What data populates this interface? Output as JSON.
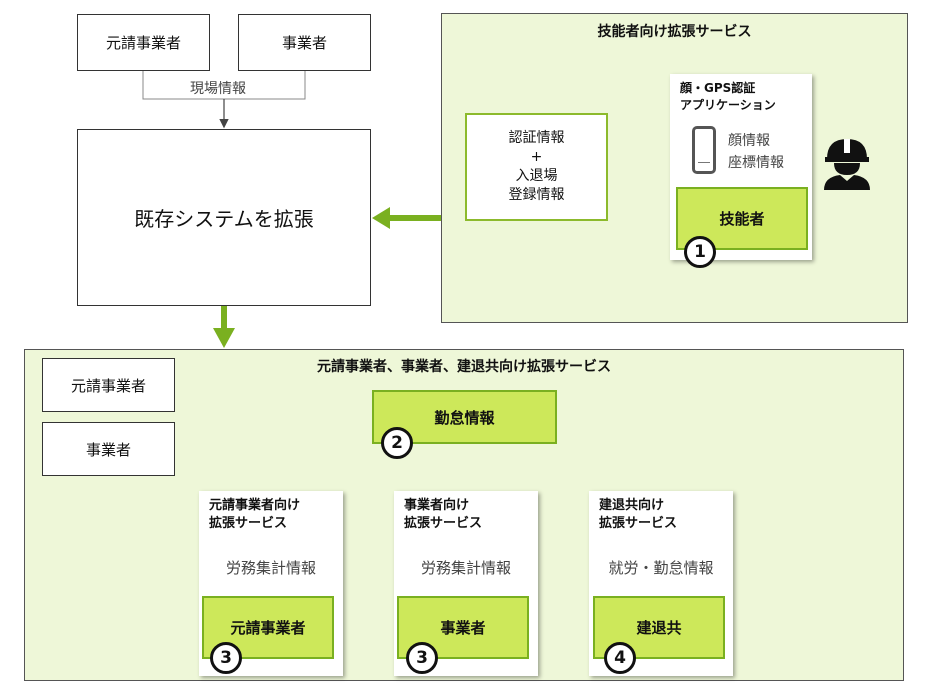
{
  "top": {
    "motouke_label": "元請事業者",
    "jigyosha_label": "事業者",
    "site_info_label": "現場情報",
    "existing_system_label": "既存システムを拡張"
  },
  "skilled_panel": {
    "title": "技能者向け拡張サービス",
    "auth_info": [
      "認証情報",
      "+",
      "入退場",
      "登録情報"
    ],
    "app_title": [
      "顔・GPS認証",
      "アプリケーション"
    ],
    "app_info": [
      "顔情報",
      "座標情報"
    ],
    "worker_label": "技能者",
    "number": "1"
  },
  "bottom_panel": {
    "title": "元請事業者、事業者、建退共向け拡張サービス",
    "motouke_label": "元請事業者",
    "jigyosha_label": "事業者",
    "attendance_label": "勤怠情報",
    "attendance_number": "2",
    "cards": [
      {
        "title": "元請事業者向け\n拡張サービス",
        "info": "労務集計情報",
        "button": "元請事業者",
        "number": "3"
      },
      {
        "title": "事業者向け\n拡張サービス",
        "info": "労務集計情報",
        "button": "事業者",
        "number": "3"
      },
      {
        "title": "建退共向け\n拡張サービス",
        "info": "就労・勤怠情報",
        "button": "建退共",
        "number": "4"
      }
    ]
  },
  "colors": {
    "panel_bg": "#eef7d8",
    "accent_green": "#7ab020",
    "button_fill": "#cde85a"
  }
}
